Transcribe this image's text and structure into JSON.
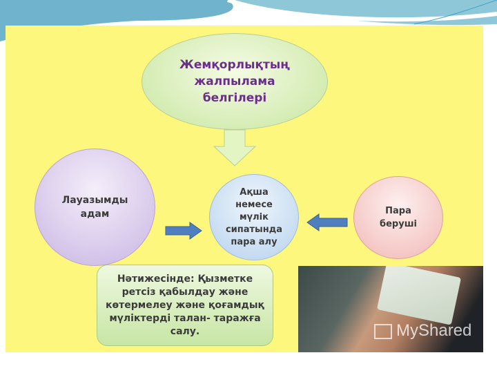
{
  "title": "Жемқорлықтың жалпылама белгілері",
  "left": "Лауазымды адам",
  "center": "Ақша немесе мүлік сипатында пара алу",
  "right": "Пара беруші",
  "result": "Нәтижесінде: Қызметке ретсіз қабылдау және көтермелеу және қоғамдық мүліктерді талан- таражға салу.",
  "watermark": "MyShared",
  "colors": {
    "panel": "#fdf77e",
    "title_text": "#6a2f8a",
    "arrow": "#4f7fbf"
  }
}
